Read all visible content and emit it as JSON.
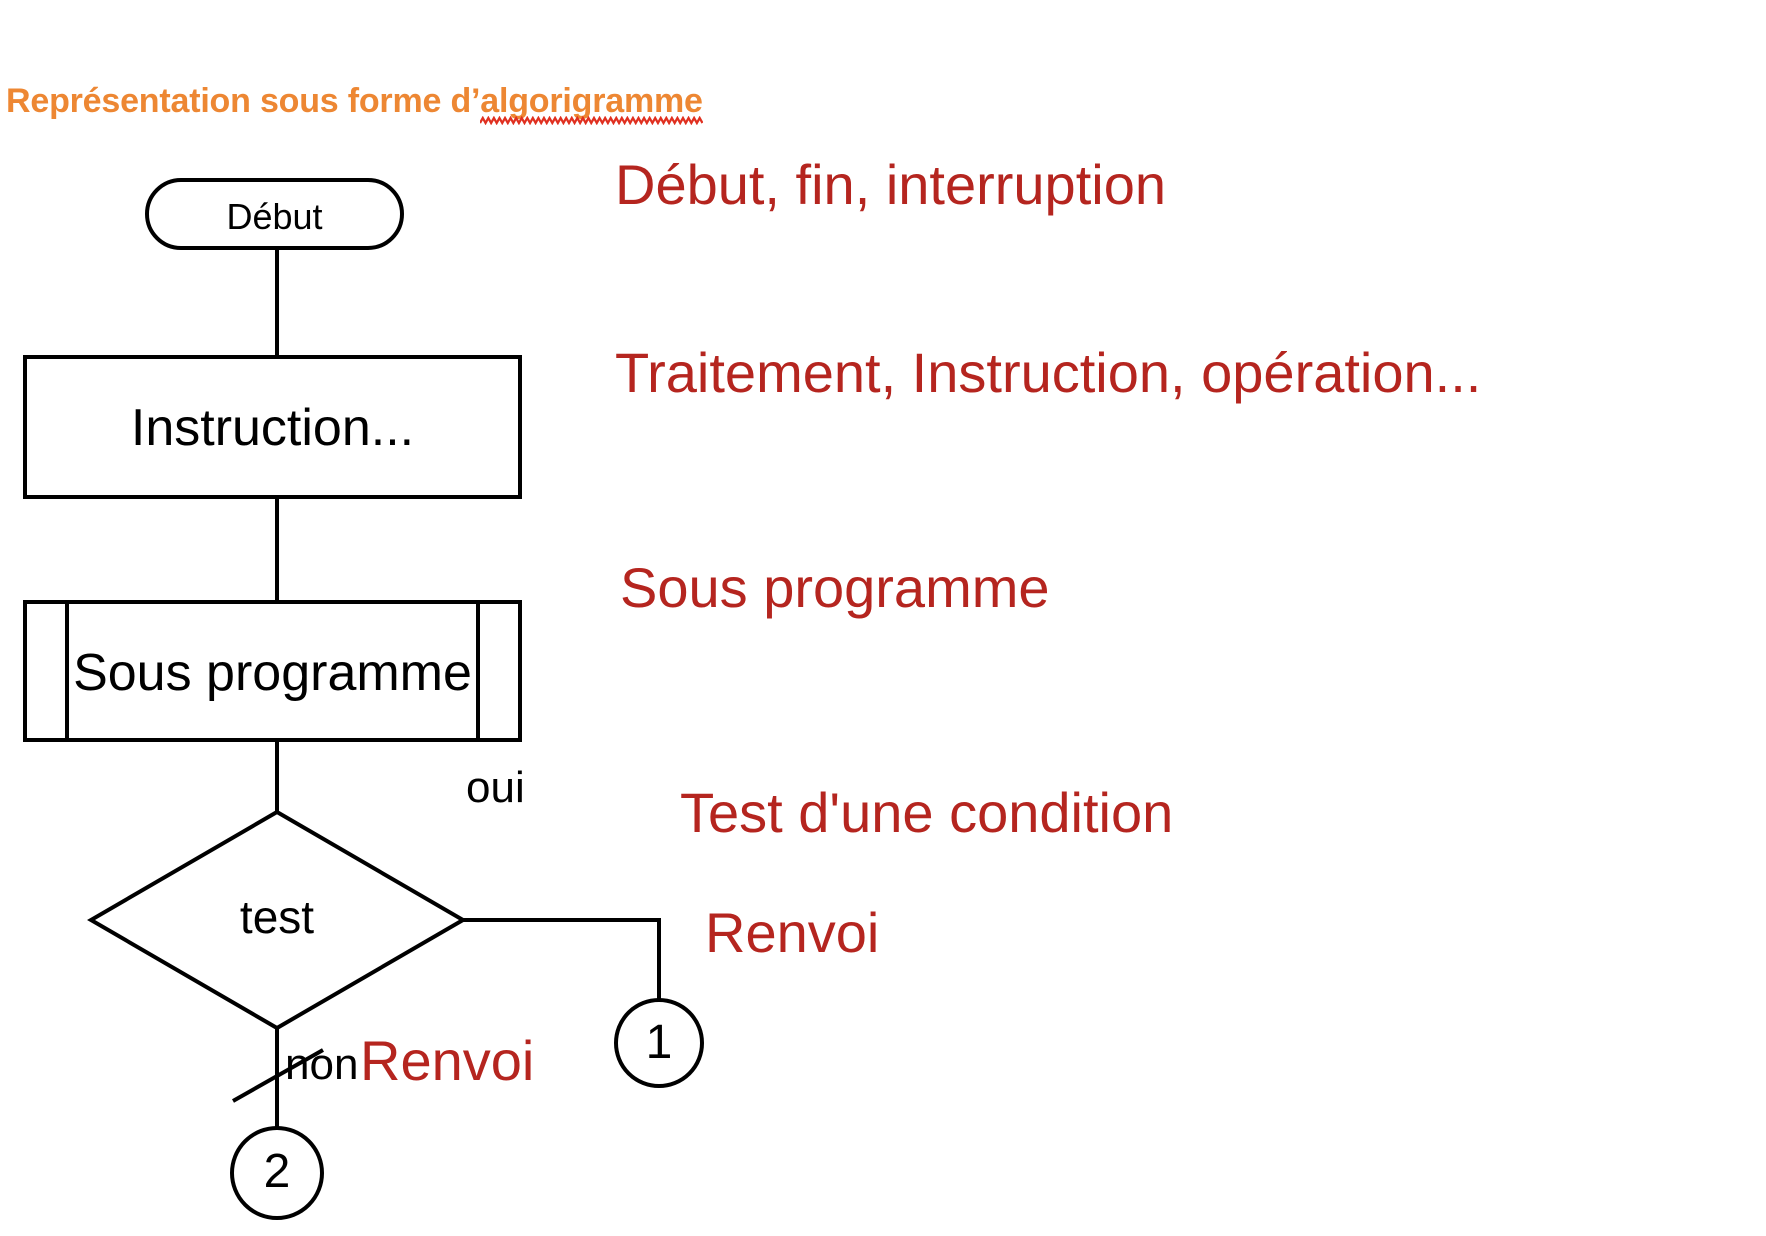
{
  "title": {
    "prefix": "Représentation sous forme d’",
    "misspelled_word": "algorigramme",
    "color": "#ED8733",
    "spellcheck_underline_color": "#E03020"
  },
  "colors": {
    "legend_red": "#B5251F",
    "shape_stroke": "#000000",
    "background": "#FFFFFF"
  },
  "flowchart": {
    "nodes": [
      {
        "id": "start",
        "shape": "stadium",
        "label": "Début"
      },
      {
        "id": "process",
        "shape": "rectangle",
        "label": "Instruction..."
      },
      {
        "id": "subroutine",
        "shape": "subroutine",
        "label": "Sous programme"
      },
      {
        "id": "decision",
        "shape": "diamond",
        "label": "test"
      },
      {
        "id": "connector1",
        "shape": "circle",
        "label": "1"
      },
      {
        "id": "connector2",
        "shape": "circle",
        "label": "2"
      }
    ],
    "edge_labels": {
      "yes": "oui",
      "no": "non"
    }
  },
  "legend": [
    {
      "id": "legend-start",
      "text": "Début, fin, interruption"
    },
    {
      "id": "legend-process",
      "text": "Traitement, Instruction, opération..."
    },
    {
      "id": "legend-subroutine",
      "text": "Sous programme"
    },
    {
      "id": "legend-decision",
      "text": "Test d'une condition"
    },
    {
      "id": "legend-connector1",
      "text": "Renvoi"
    },
    {
      "id": "legend-connector2",
      "text": "Renvoi"
    }
  ]
}
